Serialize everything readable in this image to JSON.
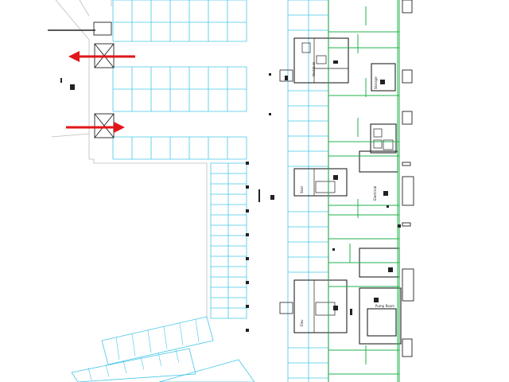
{
  "drawing": {
    "type": "parking-garage floor plan",
    "colors": {
      "background": "#ffffff",
      "stall_lines": "#45c7e8",
      "green_lines": "#22b14c",
      "walls": "#222222",
      "arrows": "#e0161a",
      "faint": "#c8c8c8"
    },
    "arrows": [
      {
        "direction": "left",
        "meaning": "exit"
      },
      {
        "direction": "right",
        "meaning": "entry"
      }
    ],
    "room_labels": [
      "Vestibule",
      "Stair",
      "Elev",
      "Storage",
      "Electrical",
      "Pump Room"
    ]
  }
}
